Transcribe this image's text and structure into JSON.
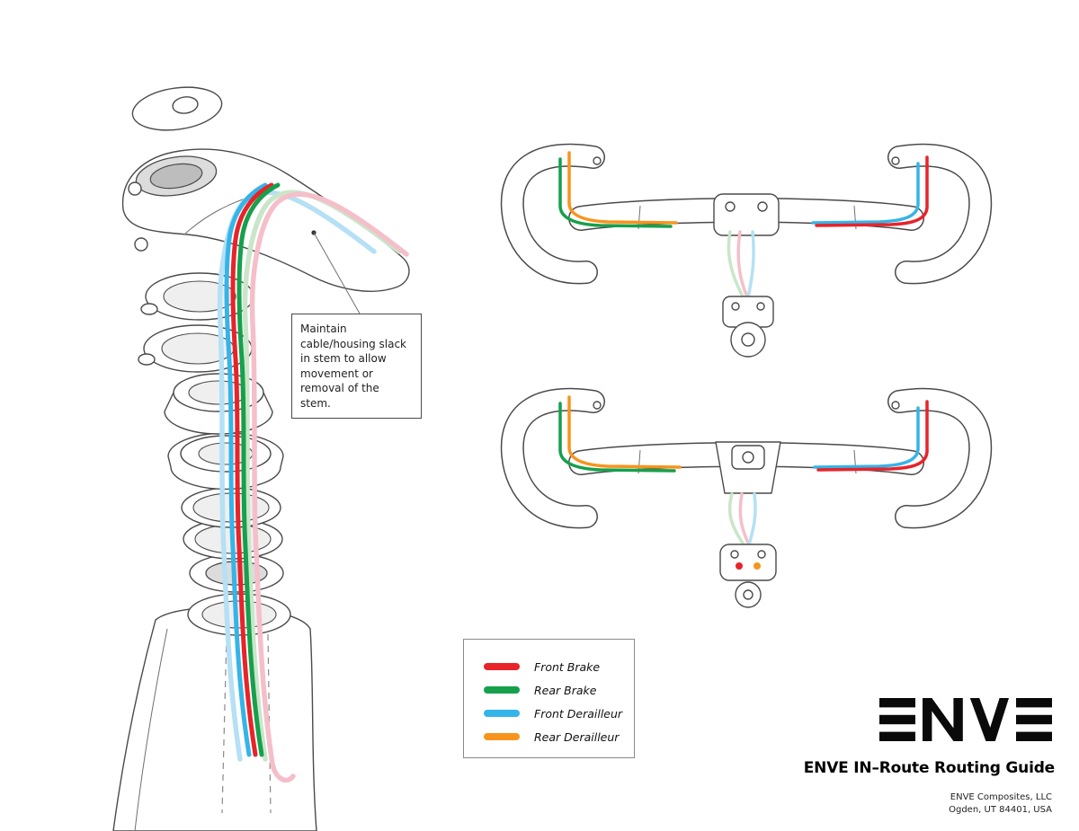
{
  "colors": {
    "front_brake": "#e8232a",
    "rear_brake": "#16a04c",
    "front_derailleur": "#35b4e8",
    "rear_derailleur": "#f7941e",
    "pale_pink": "#f5bfca",
    "pale_blue": "#b5e0f5",
    "pale_green": "#c9e6c9",
    "line": "#4a4a4a"
  },
  "callout": {
    "text": "Maintain cable/housing slack in stem to allow movement or removal of the stem."
  },
  "legend": {
    "items": [
      {
        "label": "Front Brake",
        "color_key": "front_brake"
      },
      {
        "label": "Rear Brake",
        "color_key": "rear_brake"
      },
      {
        "label": "Front Derailleur",
        "color_key": "front_derailleur"
      },
      {
        "label": "Rear Derailleur",
        "color_key": "rear_derailleur"
      }
    ]
  },
  "footer": {
    "logo_text": "ENVE",
    "title": "ENVE IN–Route Routing Guide",
    "company": "ENVE Composites, LLC",
    "address": "Ogden, UT 84401, USA"
  }
}
